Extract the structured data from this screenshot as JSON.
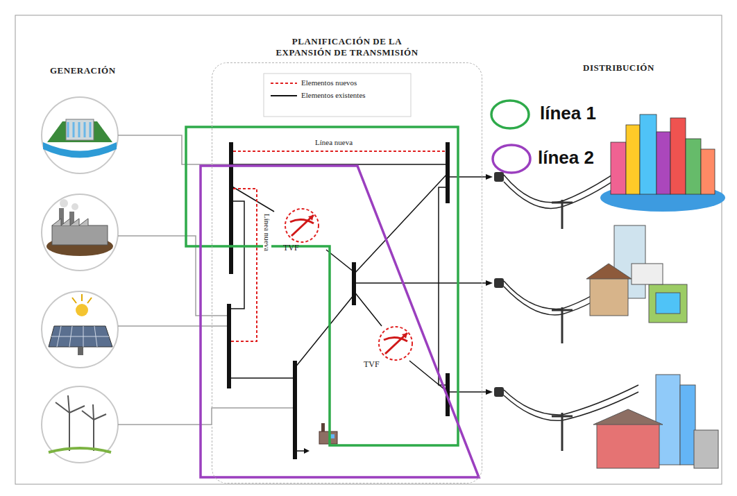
{
  "diagram": {
    "nodes": [
      {
        "text": [
          "PLANIFICACIÓN DE LA EXPANSIÓN DE TRANSMISIÓN"
        ]
      }
    ],
    "labels": [
      "GENERACIÓN",
      "DISTRIBUCIÓN",
      "Línea nueva",
      "Línea nueva",
      "TVF",
      "TVF"
    ],
    "legend": [
      {
        "text": "Elementos nuevos"
      },
      {
        "text": "Elementos existentes"
      },
      {
        "text": "línea 1"
      },
      {
        "text": "línea 2"
      }
    ]
  }
}
